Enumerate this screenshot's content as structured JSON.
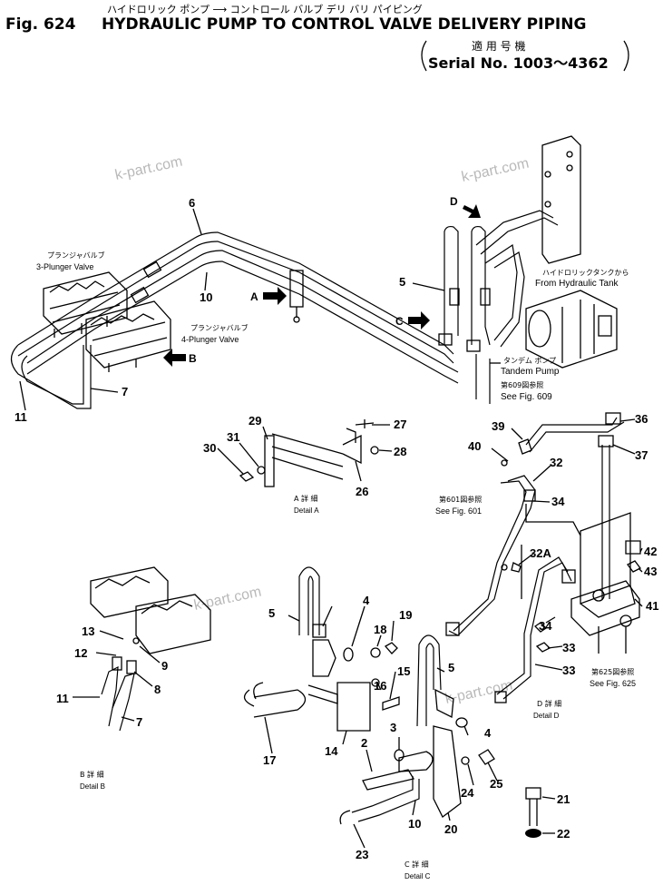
{
  "title": {
    "jp": "ハイドロリック ポンプ ⟶ コントロール バルブ デリ バリ パイピング",
    "fig": "Fig. 624",
    "en": "HYDRAULIC PUMP TO CONTROL VALVE DELIVERY PIPING",
    "applicable_jp": "適 用 号 機",
    "serial": "Serial No. 1003～4362"
  },
  "watermark": "k-part.com",
  "labels": {
    "plunger3_jp": "プランジャバルブ",
    "plunger3_en": "3-Plunger Valve",
    "plunger4_jp": "プランジャバルブ",
    "plunger4_en": "4-Plunger Valve",
    "tank_jp": "ハイドロリックタンクから",
    "tank_en": "From Hydraulic Tank",
    "tandem_jp": "タンデム ポンプ",
    "tandem_en": "Tandem Pump",
    "see609_jp": "第609図参照",
    "see609_en": "See Fig. 609",
    "see601_jp": "第601図参照",
    "see601_en": "See Fig. 601",
    "see625_jp": "第625図参照",
    "see625_en": "See Fig. 625",
    "detailA_jp": "A 詳 細",
    "detailA_en": "Detail A",
    "detailB_jp": "B 詳 細",
    "detailB_en": "Detail B",
    "detailC_jp": "C 詳 細",
    "detailC_en": "Detail C",
    "detailD_jp": "D 詳 細",
    "detailD_en": "Detail D",
    "arrowA": "A",
    "arrowB": "B",
    "arrowC": "C",
    "arrowD": "D"
  },
  "parts": {
    "p2": "2",
    "p3": "3",
    "p4a": "4",
    "p4b": "4",
    "p5a": "5",
    "p5b": "5",
    "p5c": "5",
    "p6": "6",
    "p7a": "7",
    "p7b": "7",
    "p8": "8",
    "p9": "9",
    "p10a": "10",
    "p10b": "10",
    "p11a": "11",
    "p11b": "11",
    "p12": "12",
    "p13": "13",
    "p14": "14",
    "p15": "15",
    "p16": "16",
    "p17": "17",
    "p18": "18",
    "p19": "19",
    "p20": "20",
    "p21": "21",
    "p22": "22",
    "p23": "23",
    "p24": "24",
    "p25": "25",
    "p26": "26",
    "p27": "27",
    "p28": "28",
    "p29": "29",
    "p30": "30",
    "p31": "31",
    "p32": "32",
    "p32a": "32A",
    "p33a": "33",
    "p33b": "33",
    "p34a": "34",
    "p34b": "34",
    "p36": "36",
    "p37": "37",
    "p39": "39",
    "p40": "40",
    "p41": "41",
    "p42": "42",
    "p43": "43"
  }
}
